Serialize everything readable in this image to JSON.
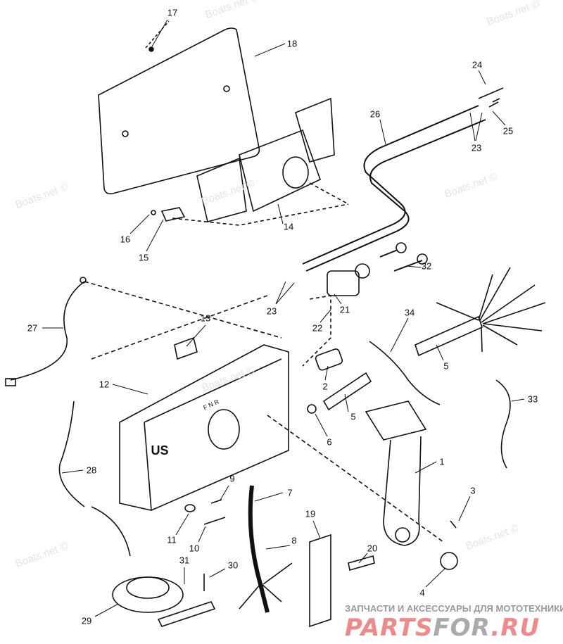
{
  "title": "Remote control assembly exploded parts diagram",
  "callouts": [
    {
      "n": "17"
    },
    {
      "n": "18"
    },
    {
      "n": "24"
    },
    {
      "n": "26"
    },
    {
      "n": "25"
    },
    {
      "n": "23"
    },
    {
      "n": "14"
    },
    {
      "n": "16"
    },
    {
      "n": "15"
    },
    {
      "n": "32"
    },
    {
      "n": "23"
    },
    {
      "n": "21"
    },
    {
      "n": "34"
    },
    {
      "n": "13"
    },
    {
      "n": "27"
    },
    {
      "n": "22"
    },
    {
      "n": "5"
    },
    {
      "n": "2"
    },
    {
      "n": "12"
    },
    {
      "n": "33"
    },
    {
      "n": "5"
    },
    {
      "n": "6"
    },
    {
      "n": "1"
    },
    {
      "n": "28"
    },
    {
      "n": "9"
    },
    {
      "n": "7"
    },
    {
      "n": "3"
    },
    {
      "n": "19"
    },
    {
      "n": "11"
    },
    {
      "n": "10"
    },
    {
      "n": "8"
    },
    {
      "n": "20"
    },
    {
      "n": "31"
    },
    {
      "n": "30"
    },
    {
      "n": "4"
    },
    {
      "n": "29"
    }
  ],
  "watermark": "Boats.net ©",
  "housing_text": "US",
  "shift_text": "F N R",
  "banner": {
    "tagline": "ЗАПЧАСТИ И АКСЕССУАРЫ ДЛЯ МОТОТЕХНИКИ",
    "logo_a": "PARTS",
    "logo_b": "FOR",
    "logo_c": ".RU"
  },
  "colors": {
    "line": "#111111",
    "logo_red": "#f08a8a",
    "logo_gray": "#aaaaaa"
  }
}
